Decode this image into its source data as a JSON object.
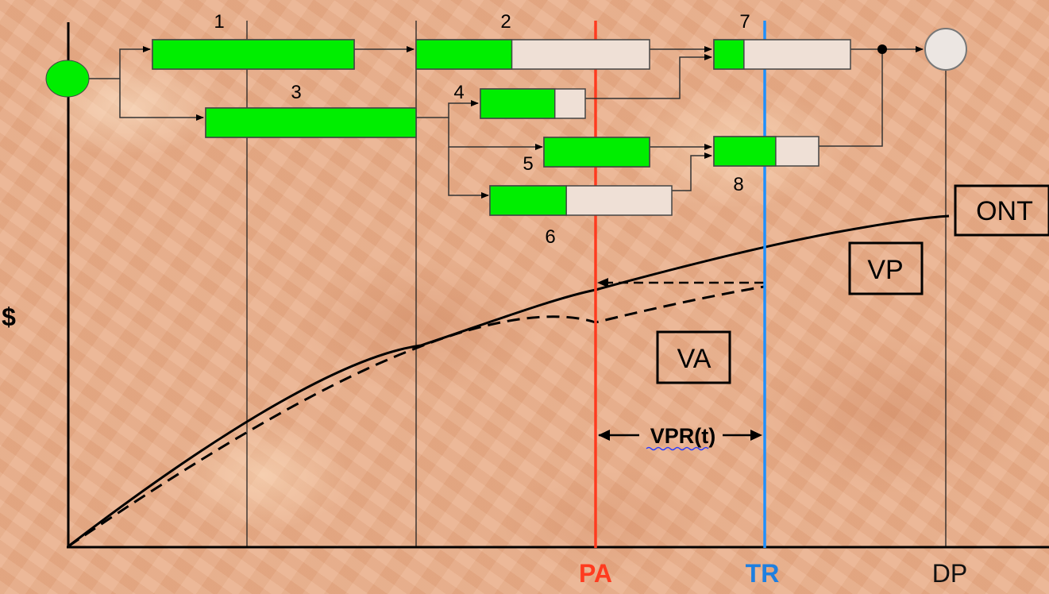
{
  "labels": {
    "y_axis": "$",
    "pa": "PA",
    "tr": "TR",
    "dp": "DP",
    "ont": "ONT",
    "vp": "VP",
    "va": "VA",
    "vpr": "VPR(t)"
  },
  "tasks": [
    {
      "id": "t1",
      "label": "1",
      "progress": 1.0
    },
    {
      "id": "t2",
      "label": "2",
      "progress": 0.41
    },
    {
      "id": "t3",
      "label": "3",
      "progress": 1.0
    },
    {
      "id": "t4",
      "label": "4",
      "progress": 0.71
    },
    {
      "id": "t5",
      "label": "5",
      "progress": 1.0
    },
    {
      "id": "t6",
      "label": "6",
      "progress": 0.42
    },
    {
      "id": "t7",
      "label": "7",
      "progress": 0.22
    },
    {
      "id": "t8",
      "label": "8",
      "progress": 0.59
    }
  ],
  "colors": {
    "done": "#00ee00",
    "remaining": "#efe0d6",
    "pa_line": "#ff3b1f",
    "tr_line": "#1e90ff",
    "pa_text": "#ff3b1f",
    "tr_text": "#1e7fe0"
  }
}
